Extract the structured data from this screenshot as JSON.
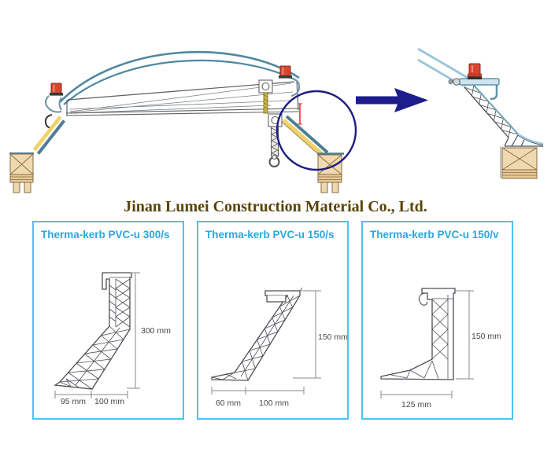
{
  "title": "Jinan Lumei Construction Material Co., Ltd.",
  "drawing": {
    "description": "skylight dome cross-section with kerb detail callout",
    "icons": [
      "highlight-circle",
      "arrow-right-icon",
      "red-cap-icon"
    ]
  },
  "panels": [
    {
      "header": "Therma-kerb PVC-u 300/s",
      "dims": {
        "height": "300 mm",
        "base_left": "95 mm",
        "base_right": "100 mm"
      }
    },
    {
      "header": "Therma-kerb PVC-u 150/s",
      "dims": {
        "height": "150 mm",
        "base_left": "60 mm",
        "base_right": "100 mm"
      }
    },
    {
      "header": "Therma-kerb PVC-u 150/v",
      "dims": {
        "height": "150 mm",
        "base": "125 mm"
      }
    }
  ],
  "colors": {
    "accent_blue": "#4cc2f1",
    "header_text_blue": "#2ba7e0",
    "title_brown": "#5a4308",
    "navy": "#1d1d86",
    "kerb_yellow": "#f2d169",
    "steel_blue": "#4e7d95",
    "red_cap": "#d8452f",
    "timber_tan": "#eed9b0"
  }
}
